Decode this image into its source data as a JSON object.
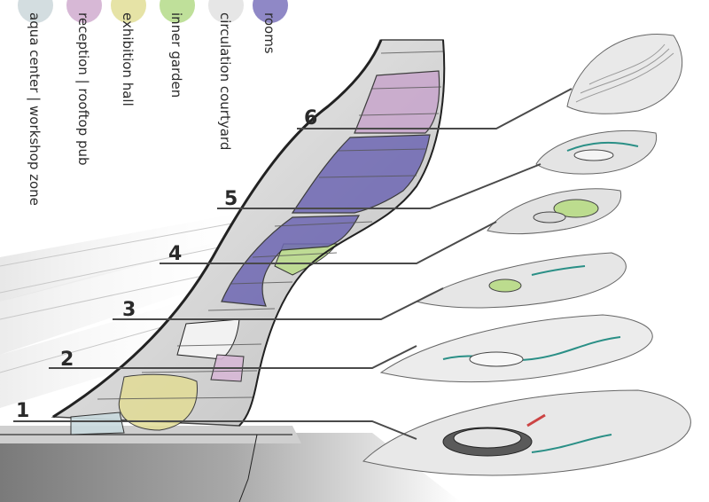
{
  "legend": [
    {
      "label": "aqua center | workshop zone",
      "color": "#d3dde0"
    },
    {
      "label": "reception | rooftop pub",
      "color": "#d7b8d6"
    },
    {
      "label": "exhibition hall",
      "color": "#e6e3a6"
    },
    {
      "label": "inner garden",
      "color": "#bfe09a"
    },
    {
      "label": "circulation courtyard",
      "color": "#e6e6e6"
    },
    {
      "label": "rooms",
      "color": "#8f88c6"
    }
  ],
  "levels": [
    "1",
    "2",
    "3",
    "4",
    "5",
    "6"
  ],
  "colors": {
    "rooms": "#6e67b3",
    "reception": "#c8a6cc",
    "exhibition": "#e2dc96",
    "garden": "#bcdc8e",
    "aqua": "#c9dade",
    "structure": "#3a3a3a",
    "shell": "#d9d9d9"
  }
}
